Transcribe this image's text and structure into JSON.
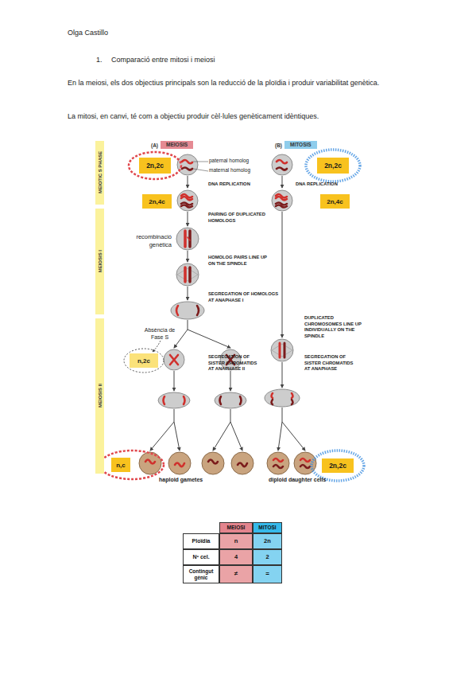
{
  "diagram": {
    "title": "Comparació entre mitosi i meiosi",
    "nodes": [
      {
        "text": [
          "(A)",
          "MEIOSIS"
        ]
      },
      {
        "text": [
          "(B)",
          "MITOSIS"
        ]
      },
      {
        "text": [
          "MEIOTIC S PHASE"
        ]
      },
      {
        "text": [
          "2n,2c"
        ]
      },
      {
        "text": [
          "2n,2c"
        ]
      },
      {
        "text": [
          "2n,4c"
        ]
      },
      {
        "text": [
          "2n,4c"
        ]
      },
      {
        "text": [
          "MEIOSIS I"
        ]
      },
      {
        "text": [
          "MEIOSIS II"
        ]
      },
      {
        "text": [
          "n,2c"
        ]
      },
      {
        "text": [
          "n,c"
        ]
      },
      {
        "text": [
          "2n,2c"
        ]
      }
    ],
    "labels": [
      "Olga Castillo",
      "1.",
      "En la meiosi, els dos objectius principals son la reducció de la ploïdia i produir variabilitat genètica.",
      "La mitosi, en canvi, té com a objectiu produir cèl·lules genèticament idèntiques.",
      "paternal homolog",
      "maternal homolog",
      "DNA REPLICATION",
      "DNA REPLICATION",
      "PAIRING OF DUPLICATED HOMOLOGS",
      "recombinació genètica",
      "HOMOLOG PAIRS LINE UP ON THE SPINDLE",
      "SEGREGATION OF HOMOLOGS AT ANAPHASE I",
      "DUPLICATED CHROMOSOMES LINE UP INDIVIDUALLY ON THE SPINDLE",
      "Absència de Fase S",
      "SEGREGATION OF SISTER CHROMATIDS AT ANAPHASE II",
      "SEGREGATION OF SISTER CHROMATIDS AT ANAPHASE",
      "haploid gametes",
      "diploid daughter cells",
      "MEIOSI",
      "MITOSI",
      "Ploïdia",
      "n",
      "2n",
      "Nº cel.",
      "4",
      "2",
      "Contingut gènic",
      "≠",
      "="
    ]
  }
}
